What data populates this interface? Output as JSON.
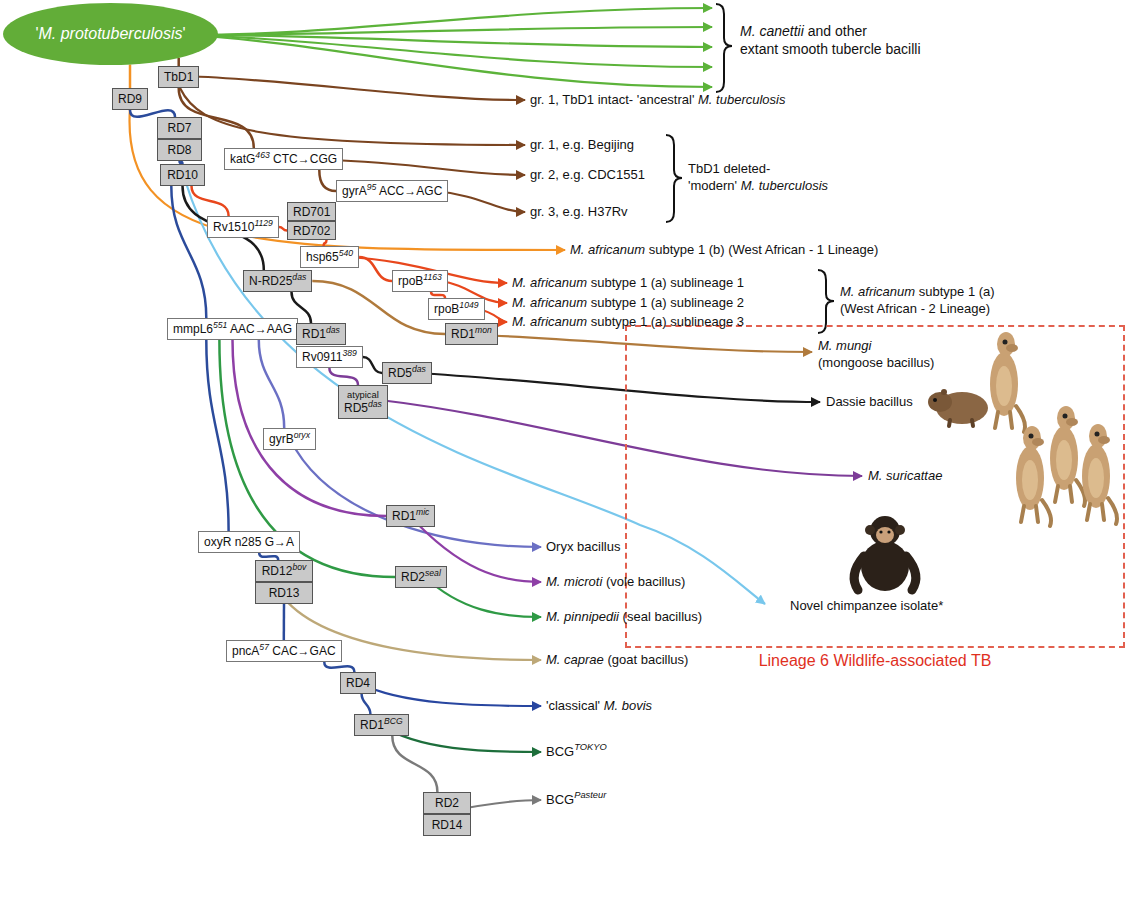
{
  "diagram": {
    "nodes": [
      {
        "text": [
          "'M. prototuberculosis'"
        ]
      },
      {
        "text": [
          "TbD1"
        ]
      },
      {
        "text": [
          "RD9"
        ]
      },
      {
        "text": [
          "RD7"
        ]
      },
      {
        "text": [
          "RD8"
        ]
      },
      {
        "text": [
          "katG463 CTC→CGG"
        ]
      },
      {
        "text": [
          "RD10"
        ]
      },
      {
        "text": [
          "gyrA95 ACC→AGC"
        ]
      },
      {
        "text": [
          "RD701"
        ]
      },
      {
        "text": [
          "RD702"
        ]
      },
      {
        "text": [
          "Rv15101129"
        ]
      },
      {
        "text": [
          "hsp65540"
        ]
      },
      {
        "text": [
          "N-RD25das"
        ]
      },
      {
        "text": [
          "rpoB1163"
        ]
      },
      {
        "text": [
          "rpoB1049"
        ]
      },
      {
        "text": [
          "mmpL6551 AAC→AAG"
        ]
      },
      {
        "text": [
          "RD1das"
        ]
      },
      {
        "text": [
          "RD1mon"
        ]
      },
      {
        "text": [
          "Rv0911389"
        ]
      },
      {
        "text": [
          "RD5das"
        ]
      },
      {
        "text": [
          "atypical RD5das"
        ]
      },
      {
        "text": [
          "gyrBoryx"
        ]
      },
      {
        "text": [
          "RD1mic"
        ]
      },
      {
        "text": [
          "oxyR n285 G→A"
        ]
      },
      {
        "text": [
          "RD12bov"
        ]
      },
      {
        "text": [
          "RD2seal"
        ]
      },
      {
        "text": [
          "RD13"
        ]
      },
      {
        "text": [
          "pncA57 CAC→GAC"
        ]
      },
      {
        "text": [
          "RD4"
        ]
      },
      {
        "text": [
          "RD1BCG"
        ]
      },
      {
        "text": [
          "RD2"
        ]
      },
      {
        "text": [
          "RD14"
        ]
      },
      {
        "text": [
          "Lineage 6 Wildlife-associated TB"
        ]
      }
    ],
    "edges": [
      {
        "from": 0,
        "to": 1,
        "arrow": "none"
      },
      {
        "from": 0,
        "to": 2,
        "arrow": "none"
      },
      {
        "from": 1,
        "to": 5,
        "arrow": "none"
      },
      {
        "from": 5,
        "to": 7,
        "arrow": "none"
      },
      {
        "from": 2,
        "to": 3,
        "arrow": "none"
      },
      {
        "from": 4,
        "to": 6,
        "arrow": "none"
      },
      {
        "from": 6,
        "to": 10,
        "arrow": "none"
      },
      {
        "from": 10,
        "to": 9,
        "arrow": "none"
      },
      {
        "from": 9,
        "to": 11,
        "arrow": "none"
      },
      {
        "from": 11,
        "to": 13,
        "arrow": "none"
      },
      {
        "from": 13,
        "to": 14,
        "arrow": "none"
      },
      {
        "from": 6,
        "to": 12,
        "arrow": "none"
      },
      {
        "from": 6,
        "to": 15,
        "arrow": "none"
      },
      {
        "from": 12,
        "to": 16,
        "arrow": "none"
      },
      {
        "from": 12,
        "to": 17,
        "arrow": "none"
      },
      {
        "from": 18,
        "to": 19,
        "arrow": "none"
      },
      {
        "from": 18,
        "to": 20,
        "arrow": "none"
      },
      {
        "from": 15,
        "to": 21,
        "arrow": "none"
      },
      {
        "from": 15,
        "to": 22,
        "arrow": "none"
      },
      {
        "from": 15,
        "to": 23,
        "arrow": "none"
      },
      {
        "from": 15,
        "to": 25,
        "arrow": "none"
      },
      {
        "from": 23,
        "to": 24,
        "arrow": "none"
      },
      {
        "from": 26,
        "to": 27,
        "arrow": "none"
      },
      {
        "from": 27,
        "to": 28,
        "arrow": "none"
      },
      {
        "from": 28,
        "to": 29,
        "arrow": "none"
      },
      {
        "from": 29,
        "to": 30,
        "arrow": "none"
      }
    ],
    "labels": [
      "M. canettii and other extant smooth tubercle bacilli",
      "gr. 1, TbD1 intact- 'ancestral' M. tuberculosis",
      "gr. 1, e.g. Begijing",
      "gr. 2, e.g. CDC1551",
      "gr. 3, e.g. H37Rv",
      "TbD1 deleted- 'modern' M. tuberculosis",
      "M. africanum subtype 1 (b) (West African - 1 Lineage)",
      "M. africanum subtype 1 (a) sublineage 1",
      "M. africanum subtype 1 (a) sublineage 2",
      "M. africanum subtype 1 (a) sublineage 3",
      "M. africanum subtype 1 (a) (West African - 2 Lineage)",
      "M. mungi (mongoose bacillus)",
      "Dassie bacillus",
      "M. suricattae",
      "Novel chimpanzee isolate*",
      "Oryx bacillus",
      "M. microti (vole bacillus)",
      "M. pinnipedii (seal bacillus)",
      "M. caprae (goat bacillus)",
      "'classical' M. bovis",
      "BCGTOKYO",
      "BCGPasteur"
    ]
  }
}
